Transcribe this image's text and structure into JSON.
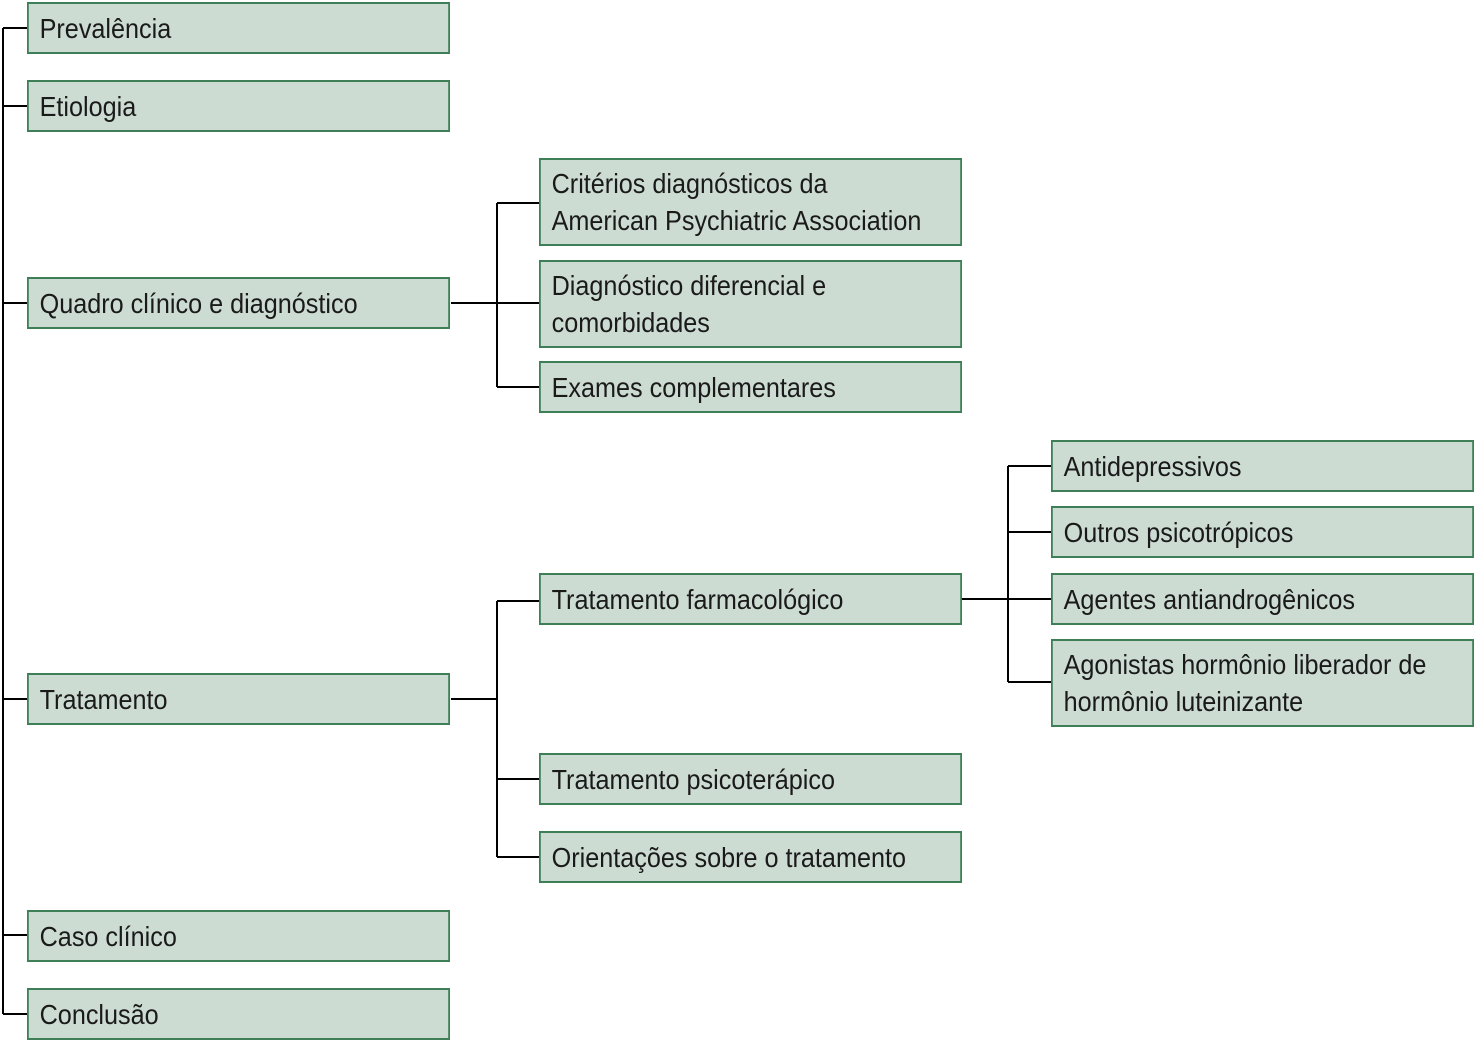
{
  "diagram": {
    "colors": {
      "box_fill": "#cddcd3",
      "box_border": "#3f7f58",
      "connector": "#000000",
      "text": "#1a1a1a"
    },
    "level1": {
      "prevalencia": "Prevalência",
      "etiologia": "Etiologia",
      "quadro": "Quadro clínico e diagnóstico",
      "tratamento": "Tratamento",
      "caso": "Caso clínico",
      "conclusao": "Conclusão"
    },
    "quadro_children": {
      "criterios": "Critérios diagnósticos da\nAmerican Psychiatric Association",
      "diferencial": "Diagnóstico diferencial e\ncomorbidades",
      "exames": "Exames complementares"
    },
    "tratamento_children": {
      "farmacologico": "Tratamento farmacológico",
      "psicoterapico": "Tratamento psicoterápico",
      "orientacoes": "Orientações sobre o tratamento"
    },
    "farmacologico_children": {
      "antidepressivos": "Antidepressivos",
      "outros": "Outros psicotrópicos",
      "antiandrogenicos": "Agentes antiandrogênicos",
      "agonistas": "Agonistas hormônio liberador de\nhormônio luteinizante"
    }
  }
}
